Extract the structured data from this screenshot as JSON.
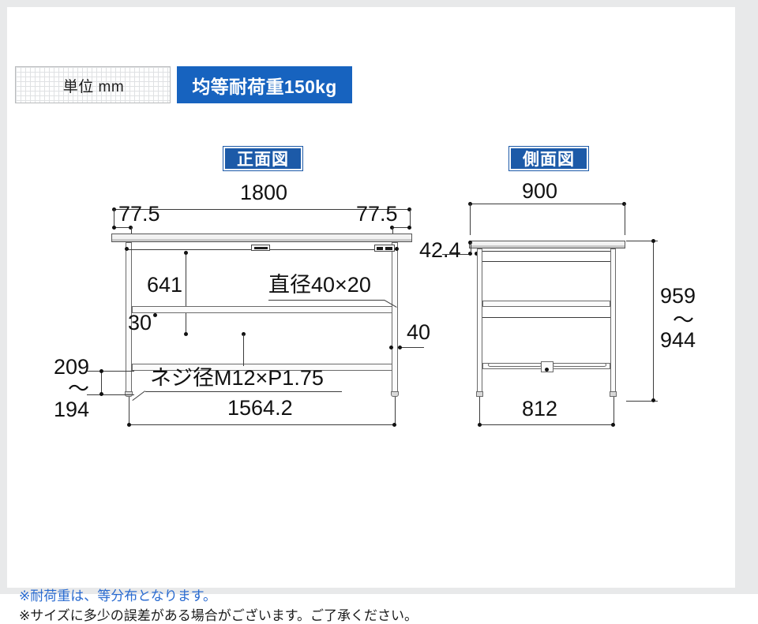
{
  "header": {
    "unit_label": "単位 mm",
    "load_badge": "均等耐荷重150kg",
    "badge_color": "#1763bf"
  },
  "views": {
    "front": {
      "title": "正面図",
      "dimensions": {
        "overall_width": "1800",
        "inset_left": "77.5",
        "inset_right": "77.5",
        "top_to_shelf": "641",
        "shelf_thickness": "30",
        "leg_width": "40",
        "adjuster_range_top": "209",
        "adjuster_range_tilde": "〜",
        "adjuster_range_bottom": "194",
        "foot_span": "1564.2",
        "shelf_tube_note": "直径40×20",
        "screw_note": "ネジ径M12×P1.75"
      }
    },
    "side": {
      "title": "側面図",
      "dimensions": {
        "overall_depth": "900",
        "top_thickness": "42.4",
        "height_top": "959",
        "height_tilde": "〜",
        "height_bottom": "944",
        "foot_span": "812"
      }
    }
  },
  "notes": [
    "※耐荷重は、等分布となります。",
    "※サイズに多少の誤差がある場合がございます。ご了承ください。"
  ]
}
